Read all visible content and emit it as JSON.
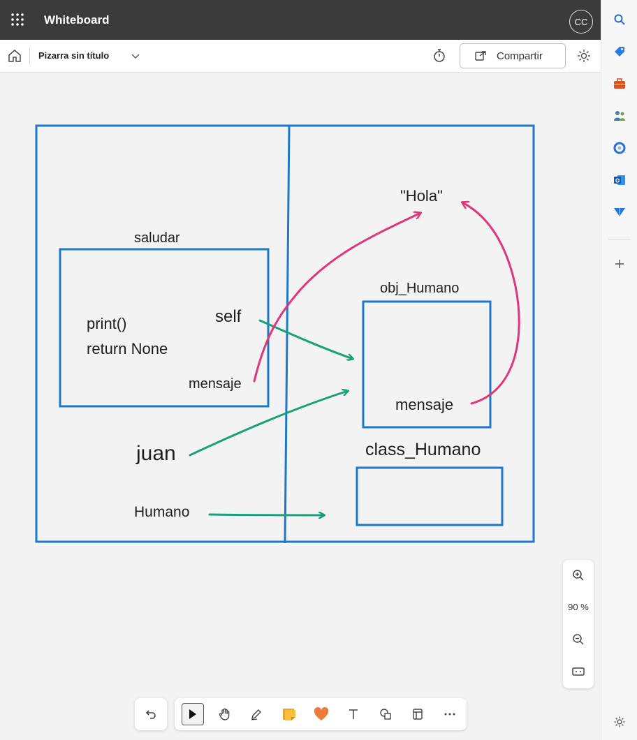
{
  "app": {
    "title": "Whiteboard",
    "user_initials": "CC"
  },
  "toolbar": {
    "board_title": "Pizarra sin título",
    "share_label": "Compartir"
  },
  "board": {
    "labels": {
      "hola": "\"Hola\"",
      "saludar": "saludar",
      "print": "print()",
      "return": "return None",
      "self": "self",
      "mensaje_left": "mensaje",
      "obj_humano": "obj_Humano",
      "mensaje_right": "mensaje",
      "class_humano": "class_Humano",
      "juan": "juan",
      "humano": "Humano"
    },
    "colors": {
      "frame": "#1e78c8",
      "green_arrow": "#18a078",
      "pink_arrow": "#e0357a"
    }
  },
  "zoom": {
    "level": "90 %"
  },
  "sidebar": {
    "icons": [
      "search-icon",
      "tag-icon",
      "briefcase-icon",
      "people-icon",
      "copilot-icon",
      "outlook-icon",
      "send-icon",
      "add-icon",
      "settings-icon"
    ]
  },
  "bottom_tools": [
    "undo-icon",
    "select-icon",
    "hand-icon",
    "pen-icon",
    "sticky-note-icon",
    "heart-icon",
    "text-icon",
    "shapes-icon",
    "template-icon",
    "more-icon"
  ]
}
